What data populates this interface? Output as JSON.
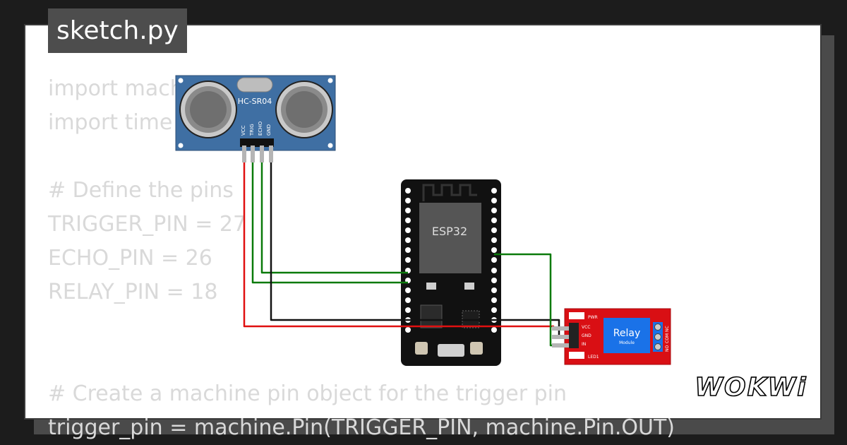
{
  "title": "sketch.py",
  "code_lines": [
    "import machine",
    "import time",
    "",
    "# Define the pins",
    "TRIGGER_PIN = 27",
    "ECHO_PIN = 26",
    "RELAY_PIN = 18",
    "",
    "",
    "# Create a machine pin object for the trigger pin",
    "trigger_pin = machine.Pin(TRIGGER_PIN, machine.Pin.OUT)"
  ],
  "sensor": {
    "label": "HC-SR04",
    "pins": [
      "VCC",
      "TRIG",
      "ECHO",
      "GND"
    ]
  },
  "esp32": {
    "label": "ESP32"
  },
  "relay": {
    "label": "Relay",
    "sublabel": "Module",
    "pins": [
      "VCC",
      "GND",
      "IN"
    ],
    "leds": [
      "PWR",
      "LED1"
    ],
    "terminals": [
      "NO",
      "COM",
      "NC"
    ]
  },
  "brand": "WOKWi",
  "colors": {
    "background": "#1c1c1c",
    "card": "#ffffff",
    "title_tab": "#4d4d4d",
    "code_text": "#d9d9d9",
    "wire_red": "#e01010",
    "wire_green": "#0a7a0a",
    "wire_black": "#111111",
    "sensor_board": "#3f6fa3",
    "relay_board": "#d90f14",
    "relay_block": "#1a72e8",
    "esp_board": "#111111"
  }
}
